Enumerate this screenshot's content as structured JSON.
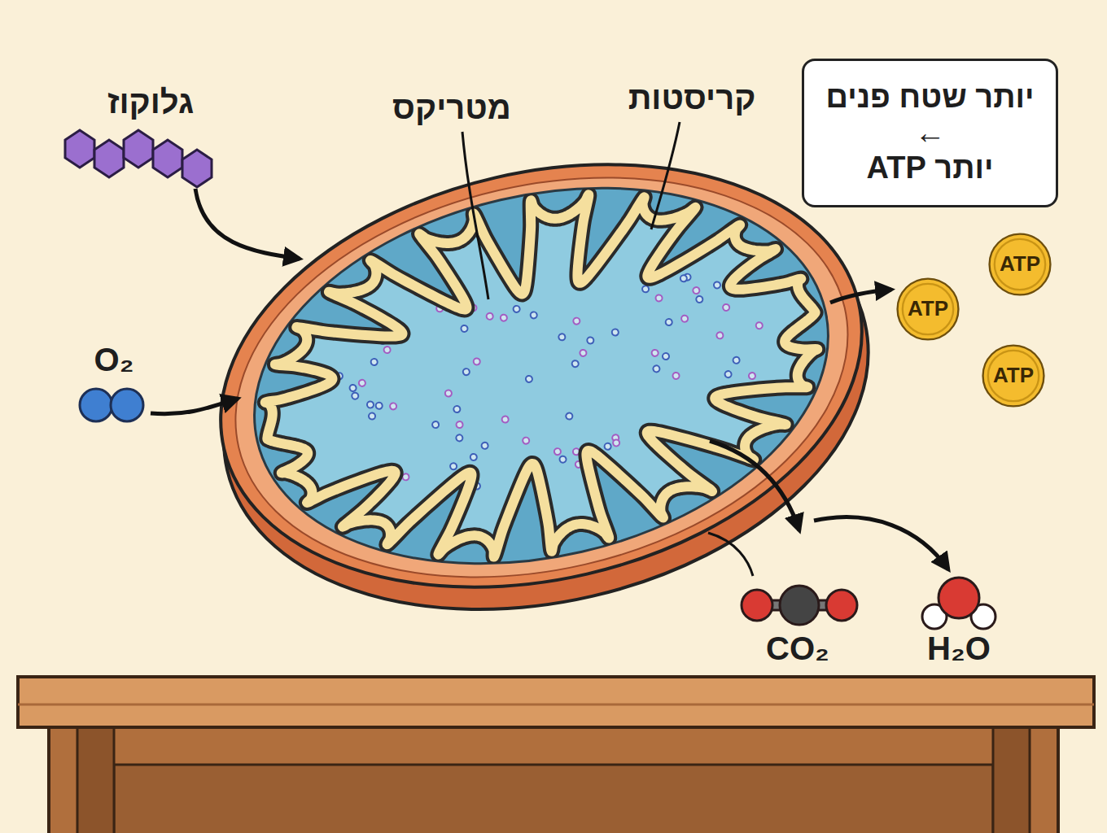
{
  "diagram": {
    "nodes": [
      {
        "text": [
          "יותר שטח פנים",
          "←",
          "יותר ATP"
        ]
      },
      {
        "text": [
          "ATP"
        ]
      },
      {
        "text": [
          "ATP"
        ]
      },
      {
        "text": [
          "ATP"
        ]
      }
    ],
    "labels": [
      "גלוקוז",
      "מטריקס",
      "קריסטות",
      "O₂",
      "CO₂",
      "H₂O"
    ]
  }
}
